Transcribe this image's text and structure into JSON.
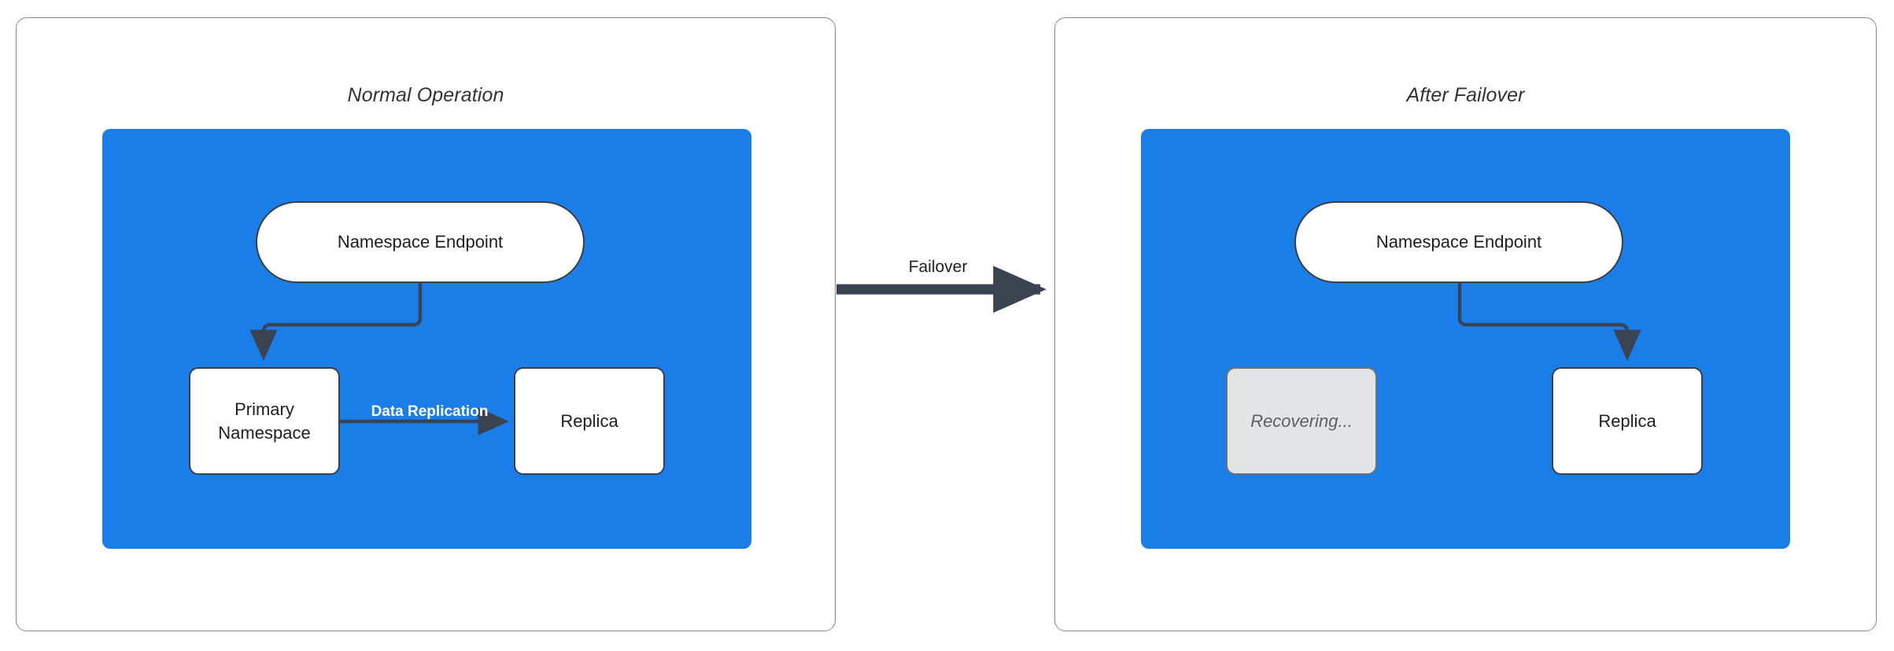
{
  "diagram": {
    "title_not_shown": null,
    "colors": {
      "zone_blue": "#1a7ee8",
      "node_stroke": "#3b3f46",
      "node_fill": "#ffffff",
      "recovering_fill": "#e2e4e6",
      "recovering_text": "#5a5f66",
      "panel_border": "#888888",
      "arrow": "#3b4250",
      "replication_label": "#ffffff"
    },
    "panels": [
      {
        "id": "normal-operation",
        "title": "Normal Operation",
        "nodes": [
          {
            "id": "endpoint",
            "label": "Namespace Endpoint",
            "shape": "stadium"
          },
          {
            "id": "primary",
            "label": "Primary\nNamespace",
            "label_line1": "Primary",
            "label_line2": "Namespace",
            "shape": "rect"
          },
          {
            "id": "replica",
            "label": "Replica",
            "shape": "rect"
          }
        ],
        "edges": [
          {
            "from": "endpoint",
            "to": "primary",
            "label": ""
          },
          {
            "from": "primary",
            "to": "replica",
            "label": "Data Replication"
          }
        ]
      },
      {
        "id": "after-failover",
        "title": "After Failover",
        "nodes": [
          {
            "id": "endpoint",
            "label": "Namespace Endpoint",
            "shape": "stadium"
          },
          {
            "id": "recovering",
            "label": "Recovering...",
            "shape": "rect",
            "state": "inactive"
          },
          {
            "id": "replica",
            "label": "Replica",
            "shape": "rect"
          }
        ],
        "edges": [
          {
            "from": "endpoint",
            "to": "replica",
            "label": ""
          }
        ]
      }
    ],
    "transition": {
      "label": "Failover",
      "from_panel": "normal-operation",
      "to_panel": "after-failover"
    }
  }
}
